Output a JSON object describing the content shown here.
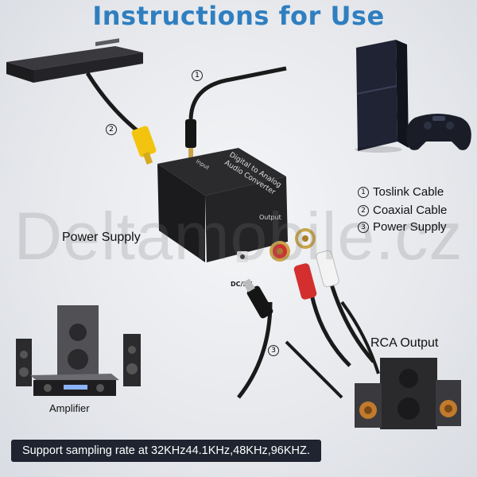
{
  "title": "Instructions for Use",
  "watermark": "Deltamobile.cz",
  "labels": {
    "power_supply": "Power Supply",
    "amplifier": "Amplifier",
    "rca_output": "RCA Output"
  },
  "legend": [
    {
      "num": "1",
      "text": "Toslink Cable"
    },
    {
      "num": "2",
      "text": "Coaxial Cable"
    },
    {
      "num": "3",
      "text": "Power Supply"
    }
  ],
  "markers": {
    "m1": "1",
    "m2": "2",
    "m3": "3"
  },
  "device_text": {
    "product_line1": "Digital to Analog",
    "product_line2": "Audio Converter",
    "input": "Input",
    "output": "Output",
    "dc": "DC/5V"
  },
  "footer": "Support sampling rate at 32KHz44.1KHz,48KHz,96KHZ.",
  "colors": {
    "title": "#2f7fc0",
    "footer_bg": "#1f2430",
    "rca_red": "#d32f2f",
    "coax_yellow": "#f2c40f"
  }
}
